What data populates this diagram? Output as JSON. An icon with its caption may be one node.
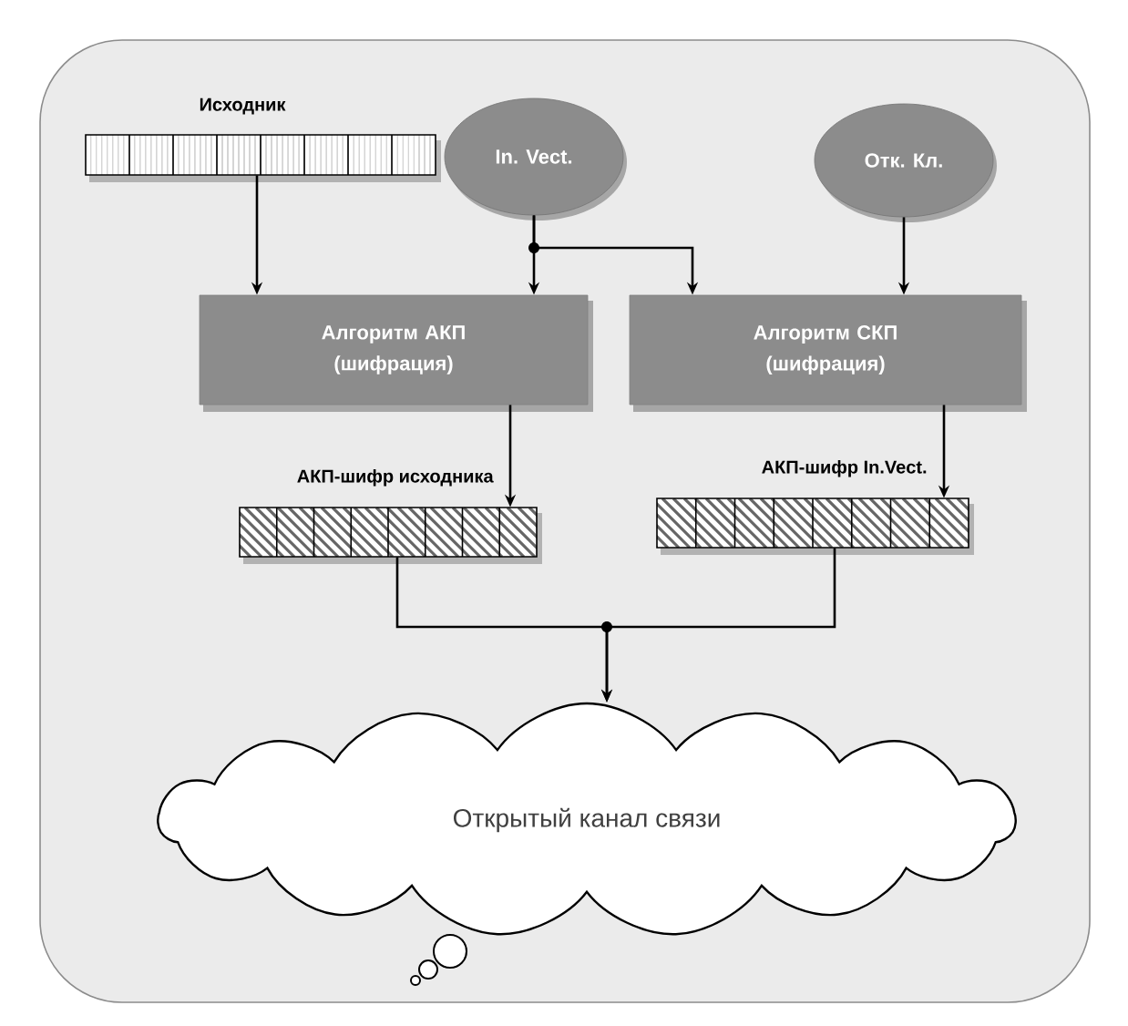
{
  "diagram": {
    "nodes": [
      {
        "text": [
          "Исходник"
        ]
      },
      {
        "text": [
          "In. Vect."
        ]
      },
      {
        "text": [
          "Отк. Кл."
        ]
      },
      {
        "text": [
          "Алгоритм АКП (шифрация)"
        ]
      },
      {
        "text": [
          "Алгоритм СКП (шифрация)"
        ]
      },
      {
        "text": [
          "АКП-шифр исходника"
        ]
      },
      {
        "text": [
          "АКП-шифр In.Vect."
        ]
      },
      {
        "text": [
          "Открытый канал связи"
        ]
      }
    ],
    "edges": [
      {
        "from": 0,
        "to": 3,
        "arrow": "to"
      },
      {
        "from": 1,
        "to": 3,
        "arrow": "to"
      },
      {
        "from": 1,
        "to": 4,
        "arrow": "to"
      },
      {
        "from": 2,
        "to": 4,
        "arrow": "to"
      },
      {
        "from": 3,
        "to": 5,
        "arrow": "to"
      },
      {
        "from": 4,
        "to": 6,
        "arrow": "to"
      },
      {
        "from": 5,
        "to": 7,
        "arrow": "to"
      },
      {
        "from": 6,
        "to": 7,
        "arrow": "to"
      }
    ]
  }
}
